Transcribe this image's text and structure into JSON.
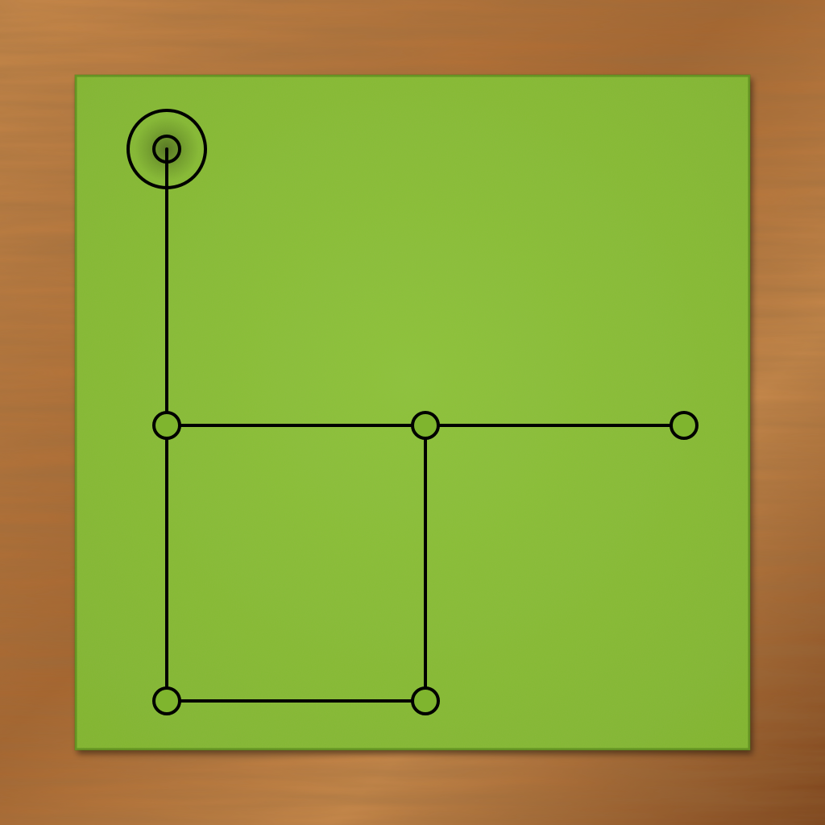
{
  "theme": {
    "table_color_light": "#c9894a",
    "table_color_mid": "#a8652e",
    "table_color_dark": "#7a3f17",
    "board_color": "#7fb52e",
    "board_color_light": "#8cc43a",
    "board_edge_dark": "#4f7d18",
    "line_color": "#000000",
    "node_fill": "#7fb52e"
  },
  "puzzle": {
    "grid_cols": 3,
    "grid_rows": 3,
    "start_node": "n00",
    "nodes": [
      {
        "id": "n00",
        "col": 0,
        "row": 0,
        "role": "start"
      },
      {
        "id": "n01",
        "col": 0,
        "row": 1,
        "role": "junction"
      },
      {
        "id": "n11",
        "col": 1,
        "row": 1,
        "role": "junction"
      },
      {
        "id": "n21",
        "col": 2,
        "row": 1,
        "role": "end"
      },
      {
        "id": "n02",
        "col": 0,
        "row": 2,
        "role": "corner"
      },
      {
        "id": "n12",
        "col": 1,
        "row": 2,
        "role": "corner"
      }
    ],
    "edges": [
      [
        "n00",
        "n01"
      ],
      [
        "n01",
        "n11"
      ],
      [
        "n11",
        "n21"
      ],
      [
        "n01",
        "n02"
      ],
      [
        "n02",
        "n12"
      ],
      [
        "n12",
        "n11"
      ]
    ]
  }
}
